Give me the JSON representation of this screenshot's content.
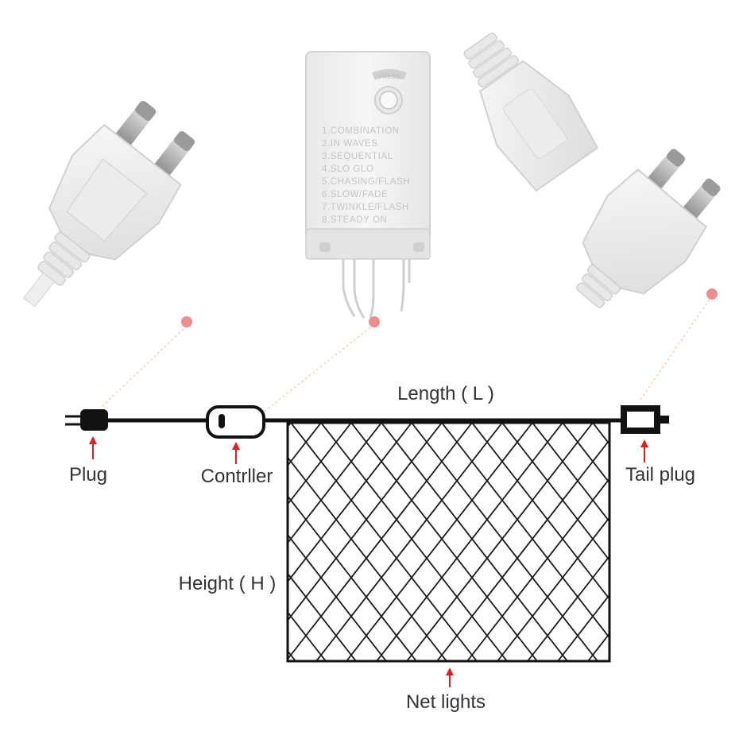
{
  "controller_box": {
    "press_label": "PRESS",
    "modes": [
      "1.COMBINATION",
      "2.IN WAVES",
      "3.SEQUENTIAL",
      "4.SLO GLO",
      "5.CHASING/FLASH",
      "6.SLOW/FADE",
      "7.TWINKLE/FLASH",
      "8.STEADY ON"
    ]
  },
  "labels": {
    "length": "Length ( L )",
    "height": "Height ( H )",
    "plug": "Plug",
    "controller": "Contrller",
    "tail_plug": "Tail plug",
    "net_lights": "Net lights"
  },
  "colors": {
    "wire": "#111111",
    "arrow": "#e02020",
    "marker_dot": "#f08c8c",
    "leader_line": "#f3c9a2",
    "product_white": "#efefef",
    "text": "#333333"
  },
  "icons": [
    "eu-plug-photo",
    "controller-box-photo",
    "tail-plug-socket-photo",
    "plug-icon",
    "controller-icon",
    "tail-plug-icon",
    "net-lights-grid"
  ]
}
